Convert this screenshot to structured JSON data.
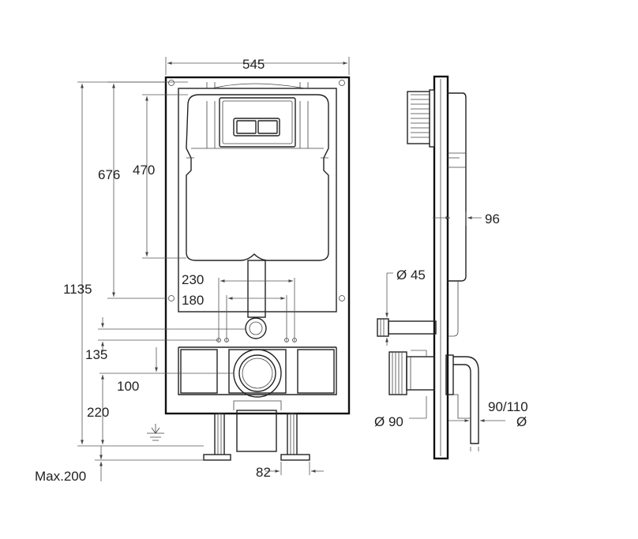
{
  "dimensions": {
    "frame_width": "545",
    "cistern_top_height": "676",
    "cistern_height": "470",
    "total_height": "1135",
    "bolt_spacing_outer": "230",
    "bolt_spacing_inner": "180",
    "bolt_height": "135",
    "drain_offset": "100",
    "drain_height": "220",
    "leg_extension": "Max.200",
    "foot_width": "82",
    "depth": "96",
    "inlet_diameter": "Ø 45",
    "waste_diameter": "Ø 90",
    "bend_diameter": "90/110",
    "bend_diameter_symbol": "Ø"
  }
}
